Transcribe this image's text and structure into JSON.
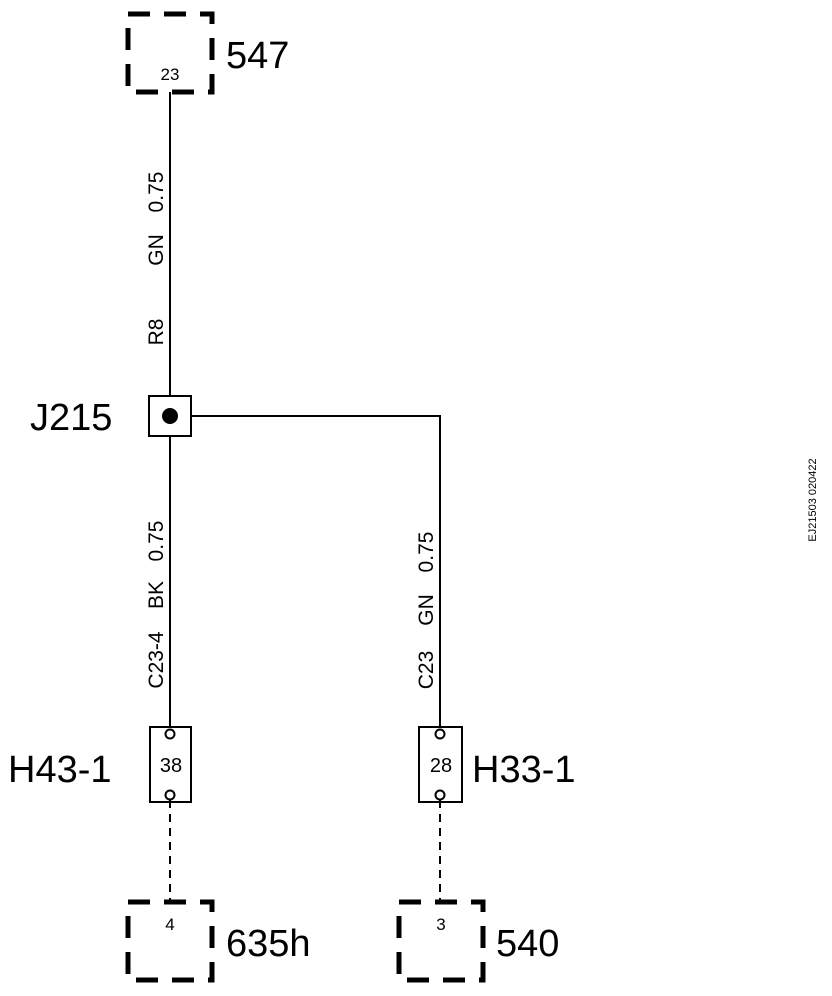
{
  "components": {
    "c547": {
      "label": "547",
      "pin": "23"
    },
    "c635h": {
      "label": "635h",
      "pin": "4"
    },
    "c540": {
      "label": "540",
      "pin": "3"
    }
  },
  "splice": {
    "label": "J215"
  },
  "connectors": {
    "h43": {
      "label": "H43-1",
      "pin": "38"
    },
    "h33": {
      "label": "H33-1",
      "pin": "28"
    }
  },
  "wires": {
    "top": {
      "circuit": "R8",
      "color": "GN",
      "gauge": "0.75"
    },
    "left": {
      "circuit": "C23-4",
      "color": "BK",
      "gauge": "0.75"
    },
    "right": {
      "circuit": "C23",
      "color": "GN",
      "gauge": "0.75"
    }
  },
  "doc_id": "EJ21503  020422"
}
